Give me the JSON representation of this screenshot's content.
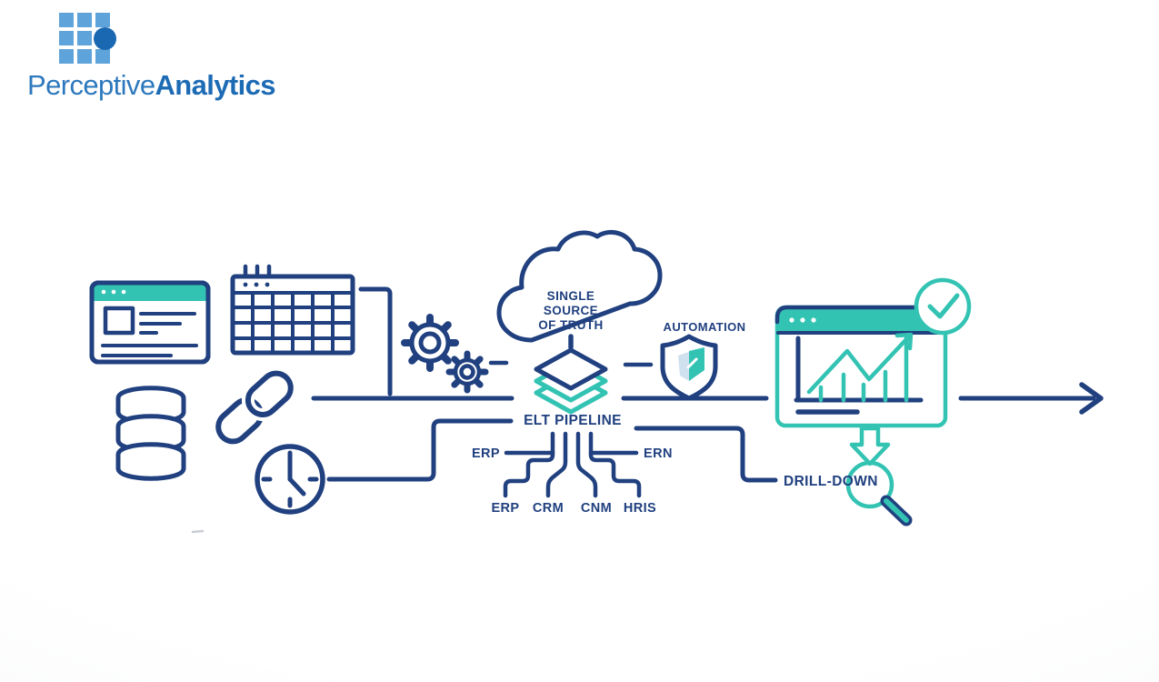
{
  "palette": {
    "navy": "#20407f",
    "teal": "#33c3b3",
    "logo_square": "#5ea3da",
    "logo_circle": "#1a68b2",
    "logo_text_light": "#2e79bd",
    "logo_text_bold": "#1d6bb4"
  },
  "logo": {
    "name_light": "Perceptive",
    "name_bold": "Analytics"
  },
  "diagram": {
    "cloud": {
      "line1": "SINGLE",
      "line2": "SOURCE",
      "line3": "OF TRUTH"
    },
    "pipeline_label": "ELT PIPELINE",
    "automation_label": "AUTOMATION",
    "drilldown_label": "DRILL-DOWN",
    "sources": {
      "left": "ERP",
      "right": "ERN",
      "bottom": [
        "ERP",
        "CRM",
        "CNM",
        "HRIS"
      ]
    },
    "icons": [
      "browser-window",
      "calendar",
      "database",
      "chain-link",
      "clock",
      "gears",
      "cloud",
      "layer-stack",
      "shield",
      "analytics-window",
      "check-circle",
      "down-arrow",
      "magnifier",
      "flow-arrow"
    ]
  }
}
